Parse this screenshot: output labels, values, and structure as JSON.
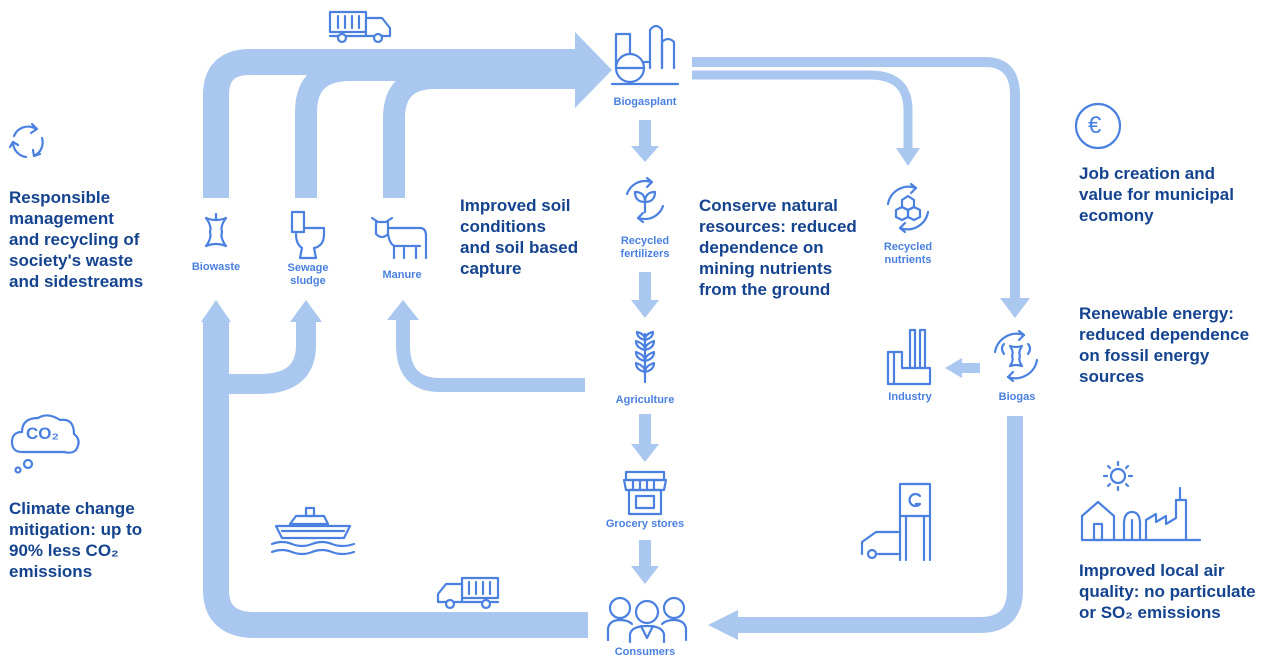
{
  "colors": {
    "flow": "#a9c7ef",
    "icon": "#4a80e0",
    "text": "#14438f"
  },
  "nodes": {
    "biogasplant": "Biogasplant",
    "recycled_fertilizers": "Recycled\nfertilizers",
    "recycled_nutrients": "Recycled\nnutrients",
    "biowaste": "Biowaste",
    "sewage_sludge": "Sewage\nsludge",
    "manure": "Manure",
    "agriculture": "Agriculture",
    "industry": "Industry",
    "biogas": "Biogas",
    "grocery_stores": "Grocery stores",
    "consumers": "Consumers"
  },
  "benefits": {
    "responsible": "Responsible\nmanagement\nand recycling of\nsociety's waste\nand sidestreams",
    "soil": "Improved soil\nconditions\nand soil based\ncapture",
    "conserve": "Conserve natural\nresources: reduced\ndependence on\nmining nutrients\nfrom the ground",
    "jobs": "Job creation and\nvalue for municipal\necomony",
    "energy": "Renewable energy:\nreduced dependence\non fossil energy\nsources",
    "climate": "Climate change\nmitigation: up to\n90% less CO₂\nemissions",
    "air": "Improved local air\nquality: no particulate\nor SO₂ emissions"
  },
  "icons": {
    "co2_cloud_text": "CO₂",
    "euro_symbol": "€"
  }
}
